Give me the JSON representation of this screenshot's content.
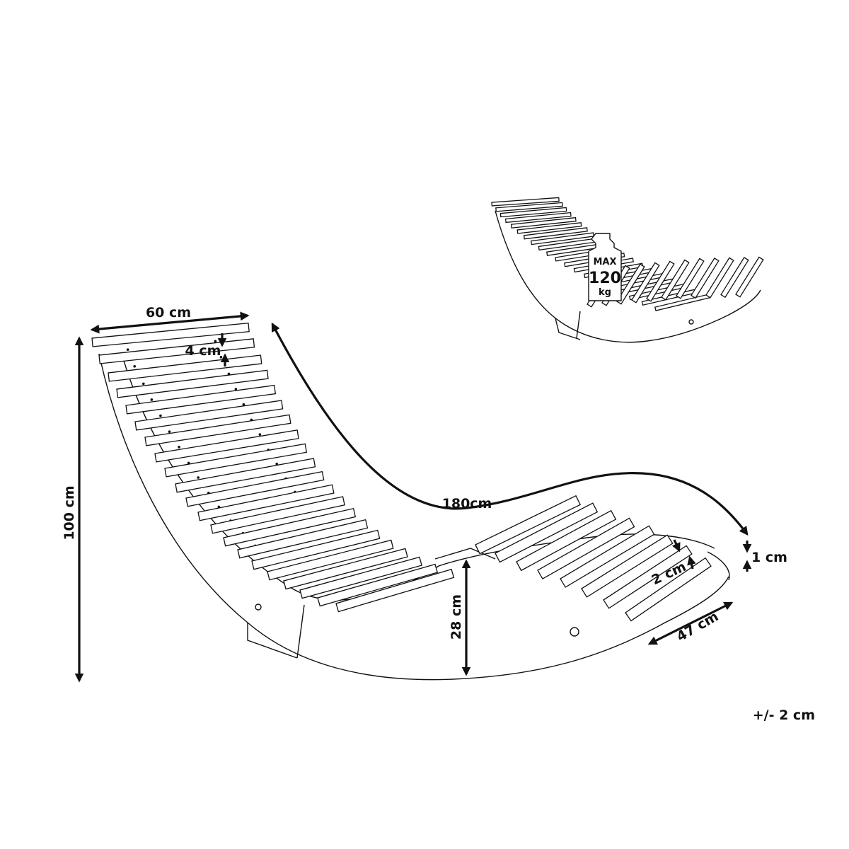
{
  "dimensions": {
    "width": "60 cm",
    "slat_width": "4 cm",
    "height": "100 cm",
    "length": "180cm",
    "seat_height": "28 cm",
    "slat_gap": "2 cm",
    "slat_thickness": "1 cm",
    "base_width": "47 cm"
  },
  "load_badge": {
    "line1": "MAX",
    "line2": "120",
    "line3": "kg"
  },
  "tolerance": "+/- 2 cm"
}
